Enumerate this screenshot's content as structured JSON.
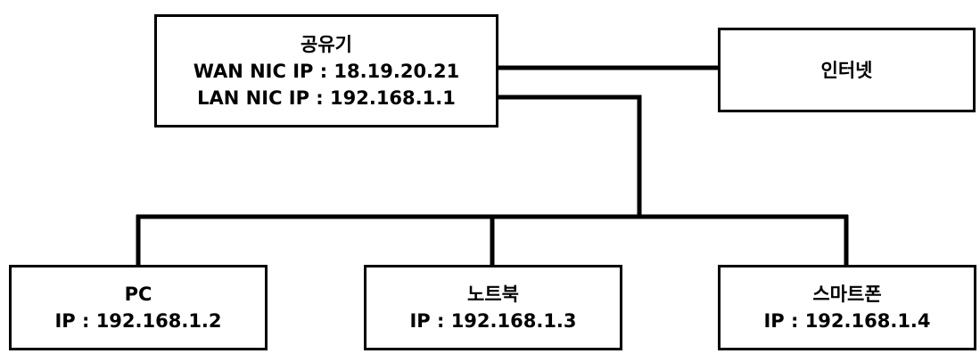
{
  "diagram": {
    "line_color": "#000000",
    "nodes": {
      "router": {
        "name": "공유기",
        "wan_ip": "WAN NIC IP : 18.19.20.21",
        "lan_ip": "LAN NIC IP : 192.168.1.1"
      },
      "internet": {
        "name": "인터넷"
      },
      "pc": {
        "name": "PC",
        "ip": "IP : 192.168.1.2"
      },
      "laptop": {
        "name": "노트북",
        "ip": "IP : 192.168.1.3"
      },
      "phone": {
        "name": "스마트폰",
        "ip": "IP : 192.168.1.4"
      }
    }
  }
}
